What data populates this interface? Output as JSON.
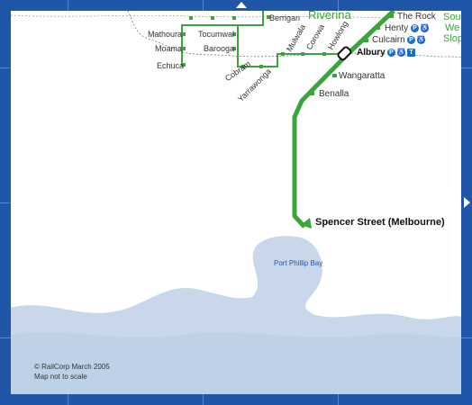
{
  "map": {
    "region_label": "Riverina",
    "region2_lines": [
      "Sou",
      "We",
      "Slop"
    ],
    "bay_label": "Port Phillip Bay",
    "copyright": "© RailCorp  March 2005",
    "scale_note": "Map not to scale",
    "colors": {
      "frame": "#1f56a8",
      "rail": "#3aa53a",
      "water": "#c8d8ea",
      "badge": "#1a6fc4"
    }
  },
  "stations": {
    "the_rock": "The Rock",
    "henty": "Henty",
    "culcairn": "Culcairn",
    "albury": "Albury",
    "wangaratta": "Wangaratta",
    "benalla": "Benalla",
    "spencer_street": "Spencer Street (Melbourne)",
    "berrigan": "Berrigan",
    "mathoura": "Mathoura",
    "moama": "Moama",
    "echuca": "Echuca",
    "tocumwal": "Tocumwal",
    "barooga": "Barooga",
    "cobram": "Cobram",
    "yarrawonga": "Yarrawonga",
    "mulwala": "Mulwala",
    "corowa": "Corowa",
    "howlong": "Howlong"
  },
  "facility_icons": {
    "henty": [
      "parking-icon",
      "accessible-icon"
    ],
    "culcairn": [
      "parking-icon",
      "accessible-icon"
    ],
    "albury": [
      "parking-icon",
      "accessible-icon",
      "taxi-icon"
    ]
  },
  "icon_glyphs": {
    "parking": "P",
    "accessible": "♿",
    "taxi": "T"
  }
}
